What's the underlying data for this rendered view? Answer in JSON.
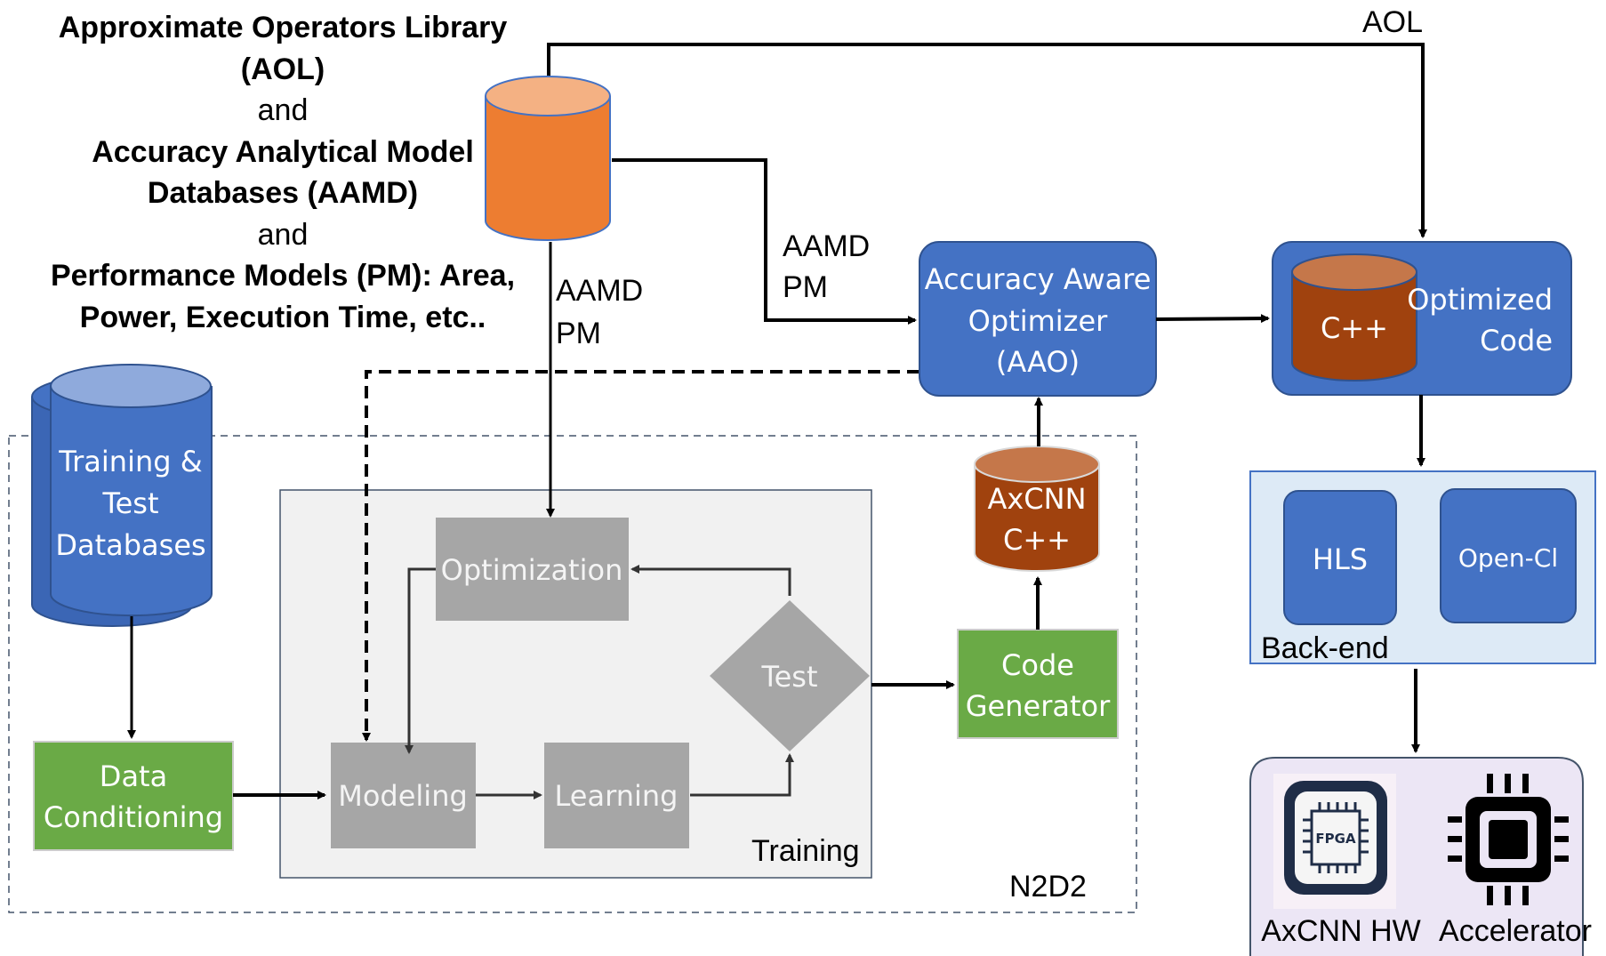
{
  "header_lines": [
    "Approximate Operators Library",
    "(AOL)",
    "and",
    "Accuracy Analytical Model",
    "Databases (AAMD)",
    "and",
    "Performance Models (PM): Area,",
    "Power, Execution Time, etc.."
  ],
  "labels": {
    "aol": "AOL",
    "aamd_pm_left": [
      "AAMD",
      "PM"
    ],
    "aamd_pm_right": [
      "AAMD",
      "PM"
    ],
    "n2d2": "N2D2",
    "training": "Training",
    "backend": "Back-end"
  },
  "nodes": {
    "training_db": [
      "Training &",
      "Test",
      "Databases"
    ],
    "data_conditioning": [
      "Data",
      "Conditioning"
    ],
    "optimization": "Optimization",
    "modeling": "Modeling",
    "learning": "Learning",
    "test": "Test",
    "code_generator": [
      "Code",
      "Generator"
    ],
    "axcnn_cpp": [
      "AxCNN",
      "C++"
    ],
    "aao": [
      "Accuracy Aware",
      "Optimizer",
      "(AAO)"
    ],
    "cpp": "C++",
    "optimized_code": [
      "Optimized",
      "Code"
    ],
    "hls": "HLS",
    "opencl": "Open-Cl",
    "fpga_chip": "FPGA",
    "axcnn_hw": "AxCNN HW",
    "accelerator": "Accelerator"
  },
  "colors": {
    "orange": "#ed7d31",
    "blue": "#4472c4",
    "brown": "#a0420e",
    "green": "#6aaa46",
    "gray": "#a6a6a6",
    "light_blue": "#ddeaf6",
    "lavender": "#ece6f5"
  },
  "icons": [
    "database-icon",
    "fpga-chip-icon",
    "processor-icon"
  ]
}
